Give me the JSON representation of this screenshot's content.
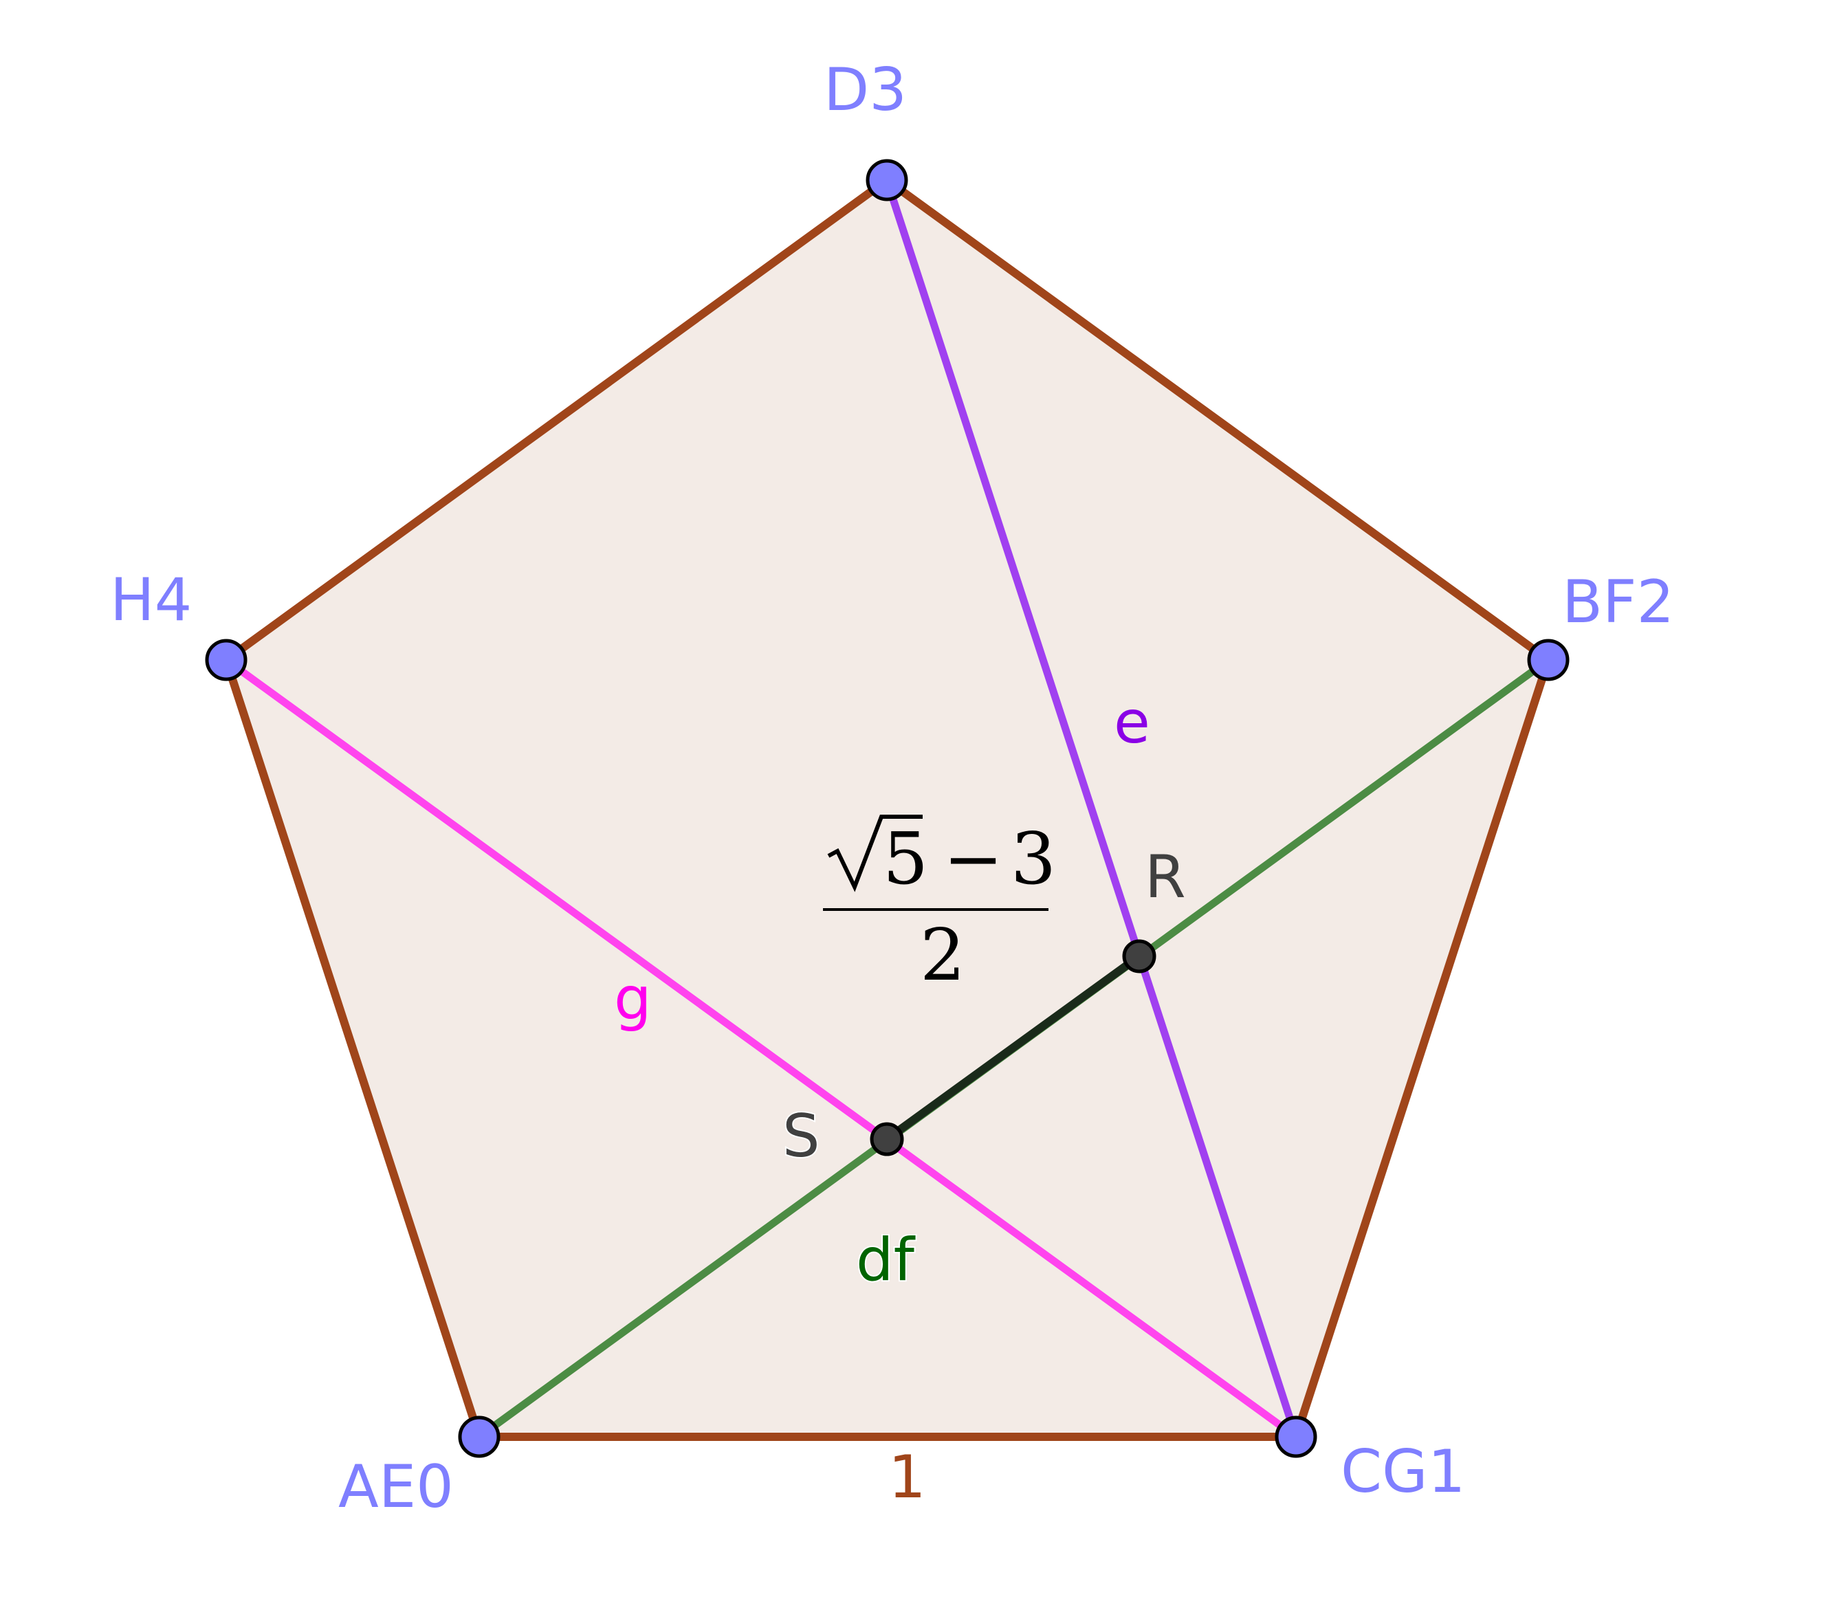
{
  "points": {
    "AE0": {
      "label": "AE0",
      "color": "#7f7fff"
    },
    "CG1": {
      "label": "CG1",
      "color": "#7f7fff"
    },
    "BF2": {
      "label": "BF2",
      "color": "#7f7fff"
    },
    "D3": {
      "label": "D3",
      "color": "#7f7fff"
    },
    "H4": {
      "label": "H4",
      "color": "#7f7fff"
    },
    "R": {
      "label": "R",
      "color": "#404040"
    },
    "S": {
      "label": "S",
      "color": "#404040"
    }
  },
  "segments": {
    "side_label": "1",
    "side_color": "#a0451a",
    "fill_color": "#f3ebe6",
    "e": {
      "label": "e",
      "color": "#a040f0"
    },
    "g": {
      "label": "g",
      "color": "#ff44ee"
    },
    "df": {
      "label": "df",
      "color": "#4c8c44"
    },
    "rs_color": "#1a2a1a"
  },
  "formula": {
    "radicand": "5",
    "minus": "−",
    "subtrahend": "3",
    "denominator": "2"
  }
}
